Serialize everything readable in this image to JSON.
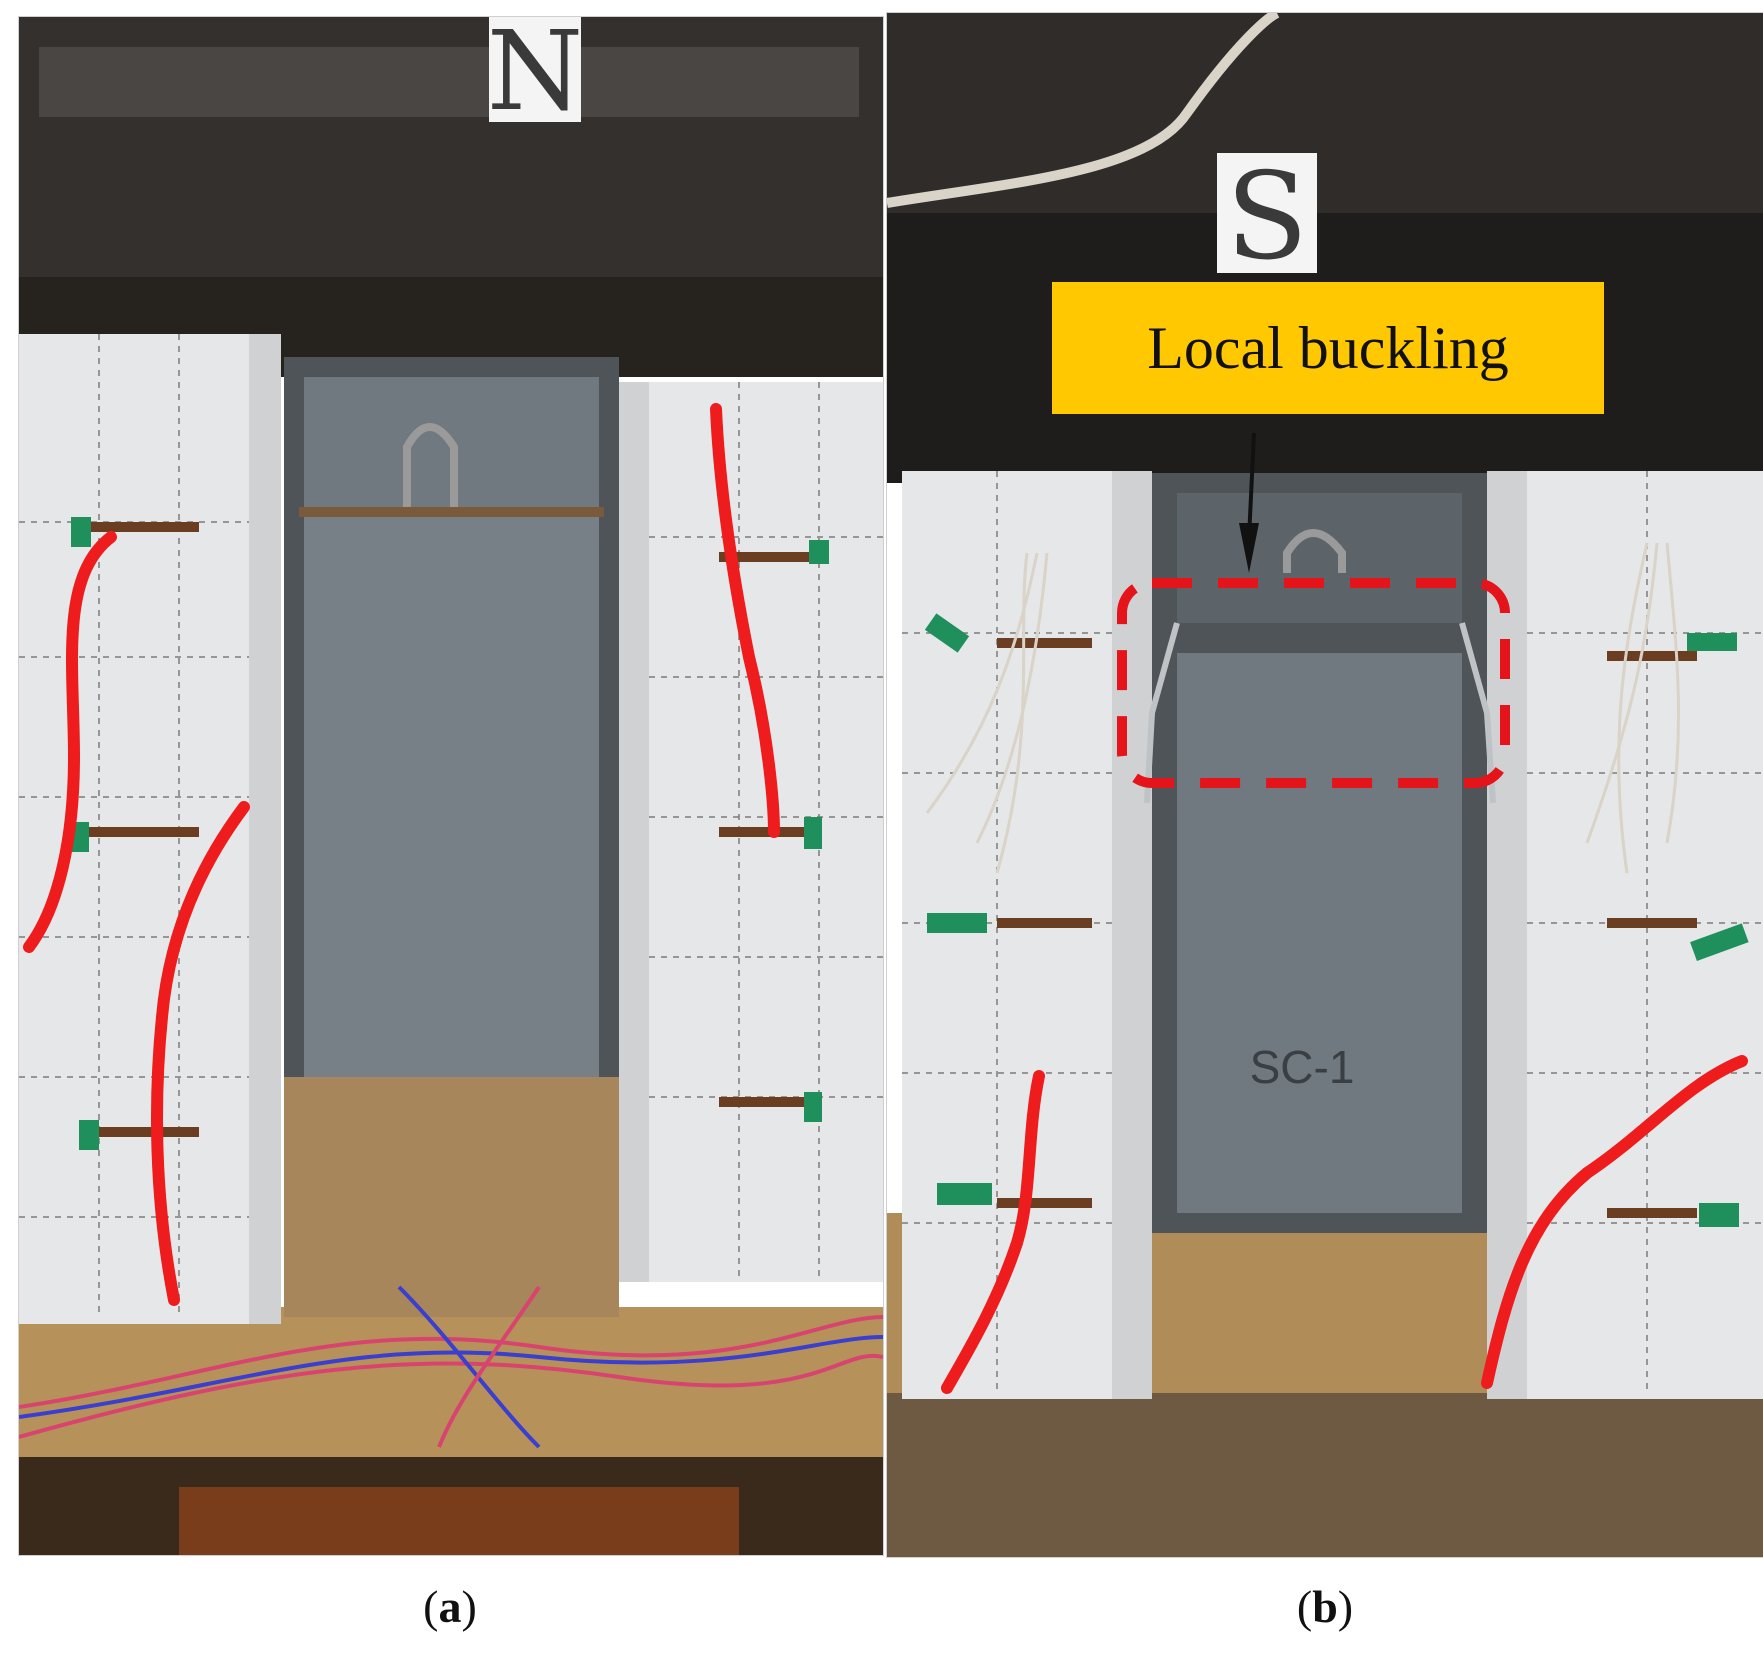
{
  "panels": {
    "a": {
      "caption_letter": "a",
      "sign_letter": "N"
    },
    "b": {
      "caption_letter": "b",
      "sign_letter": "S",
      "specimen_mark": "SC-1",
      "annotation": "Local buckling"
    }
  },
  "colors": {
    "crack_marker": "#ee1c1c",
    "callout_background": "#ffc800",
    "callout_box_dash": "#e5141a",
    "concrete": "#e8e9ea",
    "steel_plate": "#6e767c",
    "rig_frame": "#2e2b29",
    "floor": "#b8935c",
    "tape": "#1f8f5b"
  }
}
